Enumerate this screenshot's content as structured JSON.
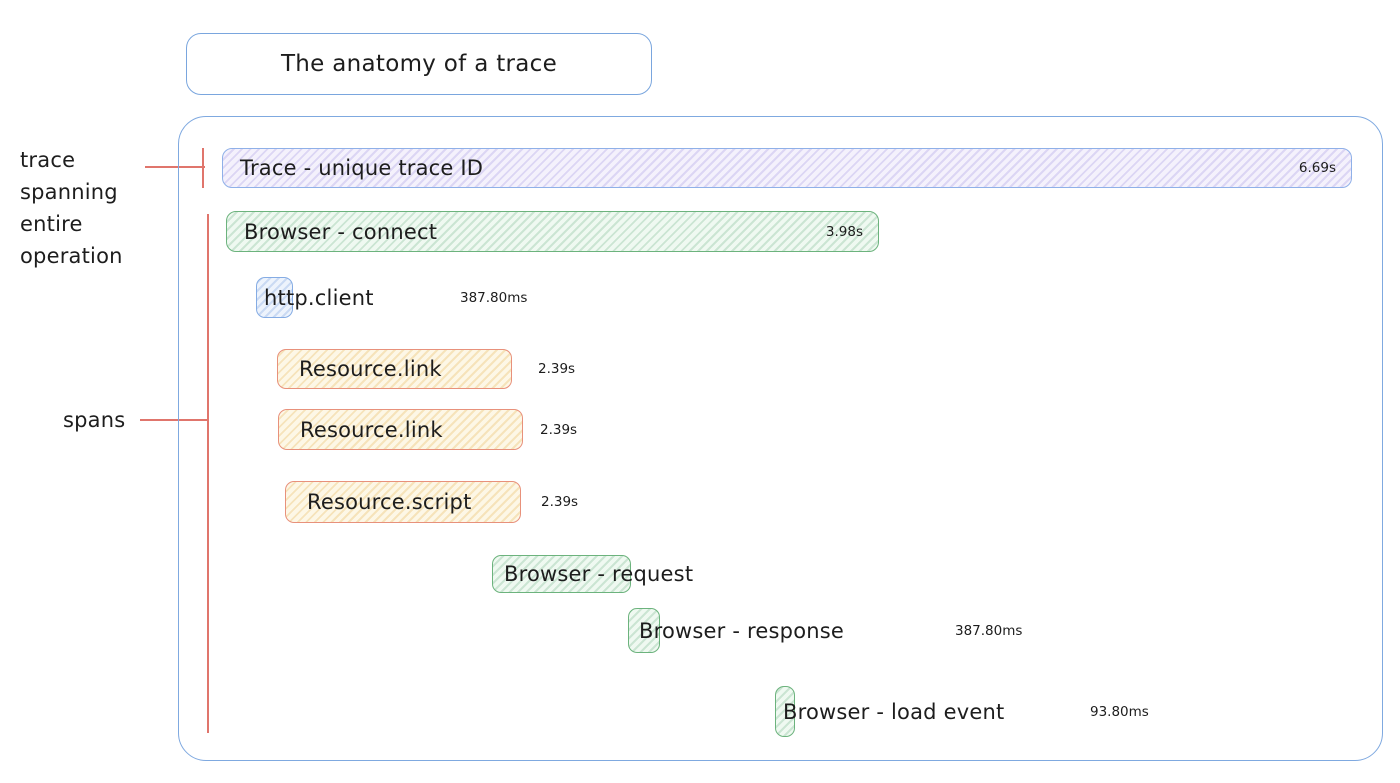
{
  "title": "The anatomy of a trace",
  "annotations": {
    "trace_note_lines": [
      "trace",
      "spanning",
      "entire",
      "operation"
    ],
    "spans_note": "spans"
  },
  "trace_bar": {
    "label": "Trace - unique trace ID",
    "duration": "6.69s"
  },
  "spans": [
    {
      "label": "Browser - connect",
      "duration": "3.98s",
      "color": "green"
    },
    {
      "label": "http.client",
      "duration": "387.80ms",
      "color": "blue"
    },
    {
      "label": "Resource.link",
      "duration": "2.39s",
      "color": "yellow"
    },
    {
      "label": "Resource.link",
      "duration": "2.39s",
      "color": "yellow"
    },
    {
      "label": "Resource.script",
      "duration": "2.39s",
      "color": "yellow"
    },
    {
      "label": "Browser - request",
      "duration": "",
      "color": "green"
    },
    {
      "label": "Browser - response",
      "duration": "387.80ms",
      "color": "green"
    },
    {
      "label": "Browser - load event",
      "duration": "93.80ms",
      "color": "green"
    }
  ],
  "colors": {
    "container_border": "#7fa9e0",
    "trace_fill": "#f4f1fc",
    "trace_border": "#8fb0e8",
    "green_fill": "#eff9f1",
    "green_border": "#6cb37d",
    "yellow_fill": "#fdf7e6",
    "yellow_border": "#e8917b",
    "blue_fill": "#edf3fc",
    "blue_border": "#85ace4",
    "annotation_red": "#e0756c",
    "text": "#1d1d1d"
  }
}
